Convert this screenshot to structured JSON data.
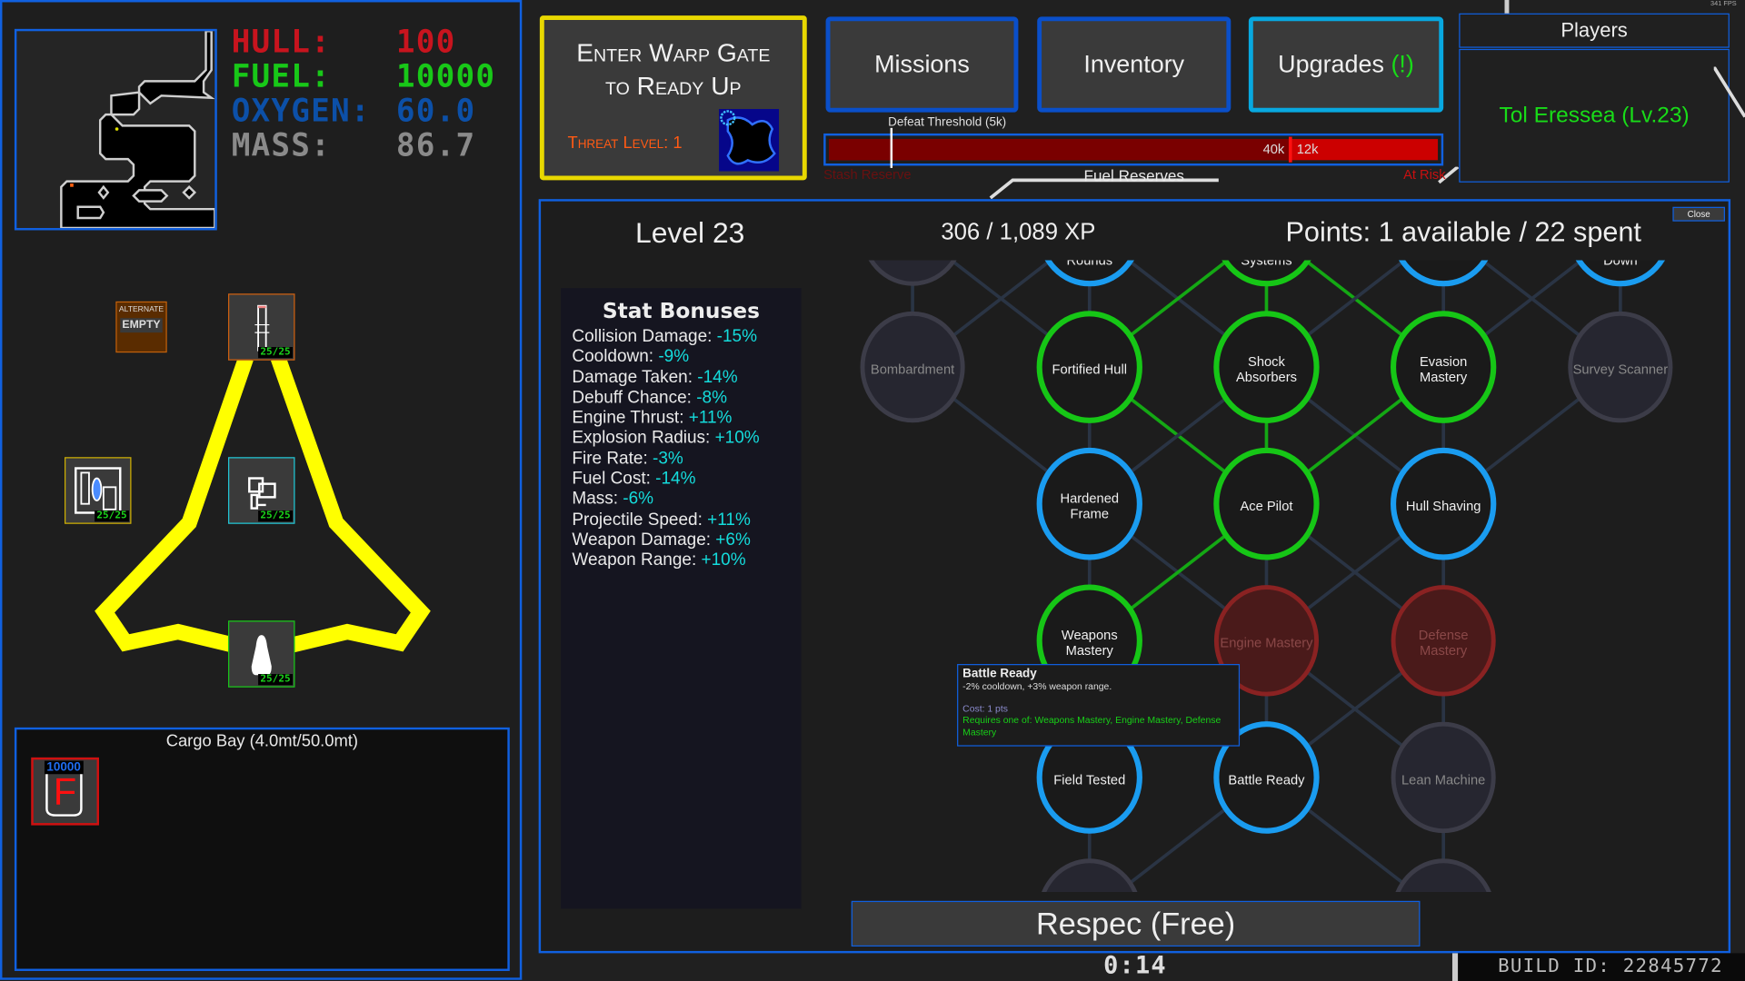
{
  "fps": "341 FPS",
  "stats": [
    {
      "label": "HULL:",
      "value": "100",
      "color": "#c8141e"
    },
    {
      "label": "FUEL:",
      "value": "10000",
      "color": "#18c818"
    },
    {
      "label": "OXYGEN:",
      "value": "60.0",
      "color": "#0c50a8"
    },
    {
      "label": "MASS:",
      "value": "86.7",
      "color": "#8a8a8a"
    }
  ],
  "ship": {
    "alternate_label": "ALTERNATE",
    "alternate_value": "EMPTY",
    "modules": [
      {
        "name": "weapon-module",
        "count": "25/25"
      },
      {
        "name": "reactor-module",
        "count": "25/25"
      },
      {
        "name": "systems-module",
        "count": "25/25"
      },
      {
        "name": "engine-module",
        "count": "25/25"
      }
    ]
  },
  "cargo": {
    "title": "Cargo Bay (4.0mt/50.0mt)",
    "items": [
      {
        "letter": "F",
        "quantity": "10000"
      }
    ]
  },
  "warp_gate": {
    "title_line1": "Enter Warp Gate",
    "title_line2": "to Ready Up",
    "threat": "Threat Level: 1"
  },
  "nav": {
    "missions": "Missions",
    "inventory": "Inventory",
    "upgrades": "Upgrades",
    "upgrades_alert": "(!)"
  },
  "fuel_bar": {
    "defeat_label": "Defeat Threshold (5k)",
    "stash_value": "40k",
    "risk_value": "12k",
    "stash_label": "Stash Reserve",
    "center_label": "Fuel Reserves",
    "risk_label": "At Risk",
    "stash_fraction": 0.76,
    "defeat_fraction": 0.1
  },
  "players": {
    "title": "Players",
    "list": [
      "Tol Eressea (Lv.23)"
    ]
  },
  "upgrades": {
    "close": "Close",
    "level": "Level 23",
    "xp": "306 / 1,089 XP",
    "points": "Points: 1 available / 22 spent",
    "stat_title": "Stat Bonuses",
    "stat_bonuses": [
      {
        "label": "Collision Damage:",
        "value": "-15%"
      },
      {
        "label": "Cooldown:",
        "value": "-9%"
      },
      {
        "label": "Damage Taken:",
        "value": "-14%"
      },
      {
        "label": "Debuff Chance:",
        "value": "-8%"
      },
      {
        "label": "Engine Thrust:",
        "value": "+11%"
      },
      {
        "label": "Explosion Radius:",
        "value": "+10%"
      },
      {
        "label": "Fire Rate:",
        "value": "-3%"
      },
      {
        "label": "Fuel Cost:",
        "value": "-14%"
      },
      {
        "label": "Mass:",
        "value": "-6%"
      },
      {
        "label": "Projectile Speed:",
        "value": "+11%"
      },
      {
        "label": "Weapon Damage:",
        "value": "+6%"
      },
      {
        "label": "Weapon Range:",
        "value": "+10%"
      }
    ],
    "respec": "Respec (Free)",
    "tree": {
      "nodes": [
        {
          "id": "a0",
          "tier": 0,
          "column": 0,
          "label": "",
          "state": "locked"
        },
        {
          "id": "a1",
          "tier": 0,
          "column": 1,
          "label": "Rounds",
          "state": "available"
        },
        {
          "id": "a2",
          "tier": 0,
          "column": 2,
          "label": "Systems",
          "state": "owned"
        },
        {
          "id": "a3",
          "tier": 0,
          "column": 3,
          "label": "",
          "state": "available"
        },
        {
          "id": "a4",
          "tier": 0,
          "column": 4,
          "label": "Down",
          "state": "available"
        },
        {
          "id": "b0",
          "tier": 1,
          "column": 0,
          "label": "Bombardment",
          "state": "locked"
        },
        {
          "id": "b1",
          "tier": 1,
          "column": 1,
          "label": "Fortified Hull",
          "state": "owned"
        },
        {
          "id": "b2",
          "tier": 1,
          "column": 2,
          "label": "Shock Absorbers",
          "state": "owned"
        },
        {
          "id": "b3",
          "tier": 1,
          "column": 3,
          "label": "Evasion Mastery",
          "state": "owned"
        },
        {
          "id": "b4",
          "tier": 1,
          "column": 4,
          "label": "Survey Scanner",
          "state": "locked"
        },
        {
          "id": "c1",
          "tier": 2,
          "column": 1,
          "label": "Hardened Frame",
          "state": "available"
        },
        {
          "id": "c2",
          "tier": 2,
          "column": 2,
          "label": "Ace Pilot",
          "state": "owned"
        },
        {
          "id": "c3",
          "tier": 2,
          "column": 3,
          "label": "Hull Shaving",
          "state": "available"
        },
        {
          "id": "d1",
          "tier": 3,
          "column": 1,
          "label": "Weapons Mastery",
          "state": "owned"
        },
        {
          "id": "d2",
          "tier": 3,
          "column": 2,
          "label": "Engine Mastery",
          "state": "excluded"
        },
        {
          "id": "d3",
          "tier": 3,
          "column": 3,
          "label": "Defense Mastery",
          "state": "excluded"
        },
        {
          "id": "e1",
          "tier": 4,
          "column": 1,
          "label": "Field Tested",
          "state": "available"
        },
        {
          "id": "e2",
          "tier": 4,
          "column": 2,
          "label": "Battle Ready",
          "state": "available"
        },
        {
          "id": "e3",
          "tier": 4,
          "column": 3,
          "label": "Lean Machine",
          "state": "locked"
        },
        {
          "id": "f1",
          "tier": 5,
          "column": 1,
          "label": "",
          "state": "locked"
        },
        {
          "id": "f3",
          "tier": 5,
          "column": 3,
          "label": "",
          "state": "locked"
        }
      ],
      "edges": [
        [
          "a0",
          "b0"
        ],
        [
          "a0",
          "b1"
        ],
        [
          "a1",
          "b0"
        ],
        [
          "a1",
          "b1"
        ],
        [
          "a1",
          "b2"
        ],
        [
          "a2",
          "b1"
        ],
        [
          "a2",
          "b2"
        ],
        [
          "a2",
          "b3"
        ],
        [
          "a3",
          "b2"
        ],
        [
          "a3",
          "b3"
        ],
        [
          "a3",
          "b4"
        ],
        [
          "a4",
          "b3"
        ],
        [
          "a4",
          "b4"
        ],
        [
          "b0",
          "c1"
        ],
        [
          "b1",
          "c1"
        ],
        [
          "b1",
          "c2"
        ],
        [
          "b2",
          "c1"
        ],
        [
          "b2",
          "c2"
        ],
        [
          "b2",
          "c3"
        ],
        [
          "b3",
          "c2"
        ],
        [
          "b3",
          "c3"
        ],
        [
          "b4",
          "c3"
        ],
        [
          "c1",
          "d1"
        ],
        [
          "c1",
          "d2"
        ],
        [
          "c2",
          "d1"
        ],
        [
          "c2",
          "d2"
        ],
        [
          "c2",
          "d3"
        ],
        [
          "c3",
          "d2"
        ],
        [
          "c3",
          "d3"
        ],
        [
          "d1",
          "e1"
        ],
        [
          "d1",
          "e2"
        ],
        [
          "d2",
          "e1"
        ],
        [
          "d2",
          "e2"
        ],
        [
          "d2",
          "e3"
        ],
        [
          "d3",
          "e2"
        ],
        [
          "d3",
          "e3"
        ],
        [
          "e1",
          "f1"
        ],
        [
          "e2",
          "f1"
        ],
        [
          "e2",
          "f3"
        ],
        [
          "e3",
          "f3"
        ]
      ],
      "state_colors": {
        "owned": "#16c616",
        "available": "#1a9cf0",
        "locked": "#3c3c48",
        "excluded": "#8a2222"
      }
    },
    "tooltip": {
      "title": "Battle Ready",
      "desc": "-2% cooldown, +3% weapon range.",
      "cost": "Cost: 1 pts",
      "requires": "Requires one of: Weapons Mastery, Engine Mastery, Defense Mastery"
    }
  },
  "timer": "0:14",
  "build_id": "BUILD ID: 22845772"
}
